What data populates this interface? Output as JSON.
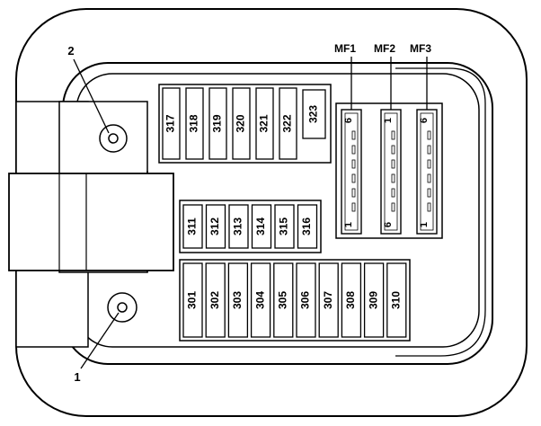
{
  "callouts": {
    "top": "2",
    "bottom": "1"
  },
  "fuses": {
    "top_row": [
      "317",
      "318",
      "319",
      "320",
      "321",
      "322"
    ],
    "top_small": "323",
    "middle_row": [
      "311",
      "312",
      "313",
      "314",
      "315",
      "316"
    ],
    "bottom_row": [
      "301",
      "302",
      "303",
      "304",
      "305",
      "306",
      "307",
      "308",
      "309",
      "310"
    ]
  },
  "megafuses": [
    {
      "label": "MF1",
      "top": "6",
      "bottom": "1"
    },
    {
      "label": "MF2",
      "top": "1",
      "bottom": "6"
    },
    {
      "label": "MF3",
      "top": "6",
      "bottom": "1"
    }
  ]
}
